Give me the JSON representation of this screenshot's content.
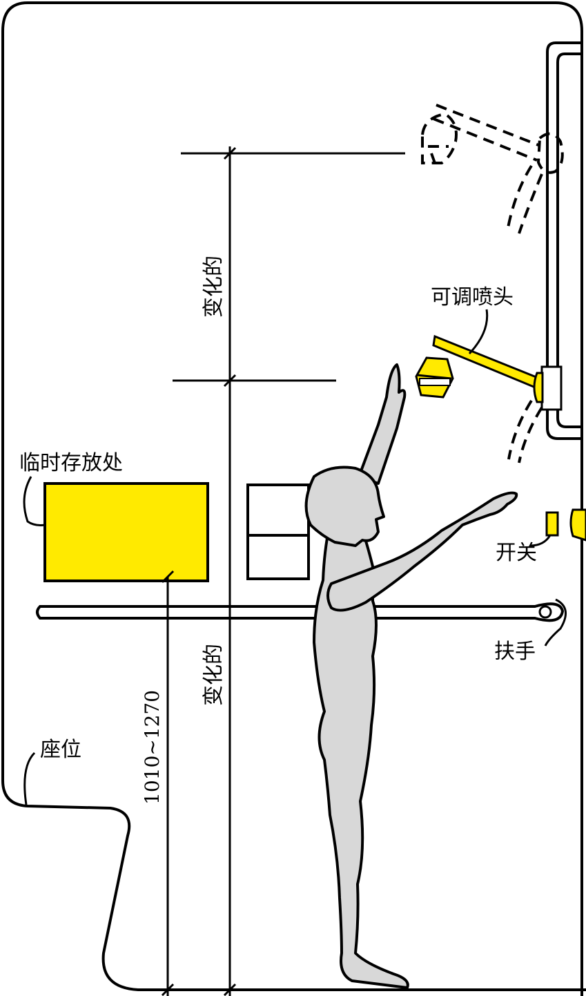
{
  "colors": {
    "outline": "#000000",
    "fixture_yellow": "#ffea00",
    "figure_gray": "#d8d8d8",
    "background": "#ffffff"
  },
  "labels": {
    "adjustable_nozzle": "可调喷头",
    "temporary_storage": "临时存放处",
    "switch": "开关",
    "handrail": "扶手",
    "seat": "座位",
    "variable_upper": "变化的",
    "variable_lower": "变化的",
    "height_range": "1010~1270"
  }
}
